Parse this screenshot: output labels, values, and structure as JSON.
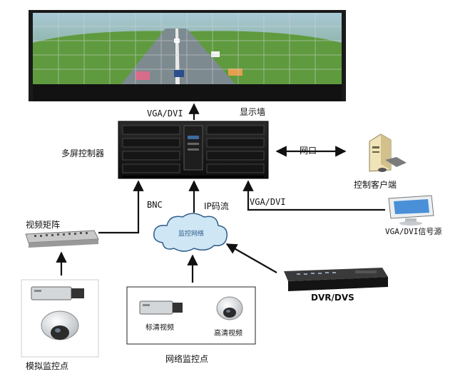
{
  "labels": {
    "display_wall": "显示墙",
    "vga_dvi_top": "VGA/DVI",
    "controller": "多屏控制器",
    "network_port": "网口",
    "control_client": "控制客户端",
    "bnc": "BNC",
    "ip_stream": "IP码流",
    "vga_dvi_mid": "VGA/DVI",
    "vga_dvi_source": "VGA/DVI信号源",
    "video_matrix": "视频矩阵",
    "cloud_text": "监控网络",
    "dvr_dvs": "DVR/DVS",
    "sd_video": "标清视频",
    "hd_video": "高清视频",
    "network_points": "网络监控点",
    "analog_points": "模拟监控点"
  },
  "colors": {
    "wall_frame": "#1a1a1a",
    "road": "#7d8a8f",
    "grass": "#5f9a3e",
    "sky": "#8fb7c9",
    "cloud": "#cfe6f5",
    "arrow": "#111111"
  },
  "icons": [
    "video-wall",
    "multi-screen-controller",
    "client-computer",
    "monitor",
    "video-matrix",
    "cloud-network",
    "dvr-recorder",
    "box-camera",
    "dome-camera"
  ]
}
